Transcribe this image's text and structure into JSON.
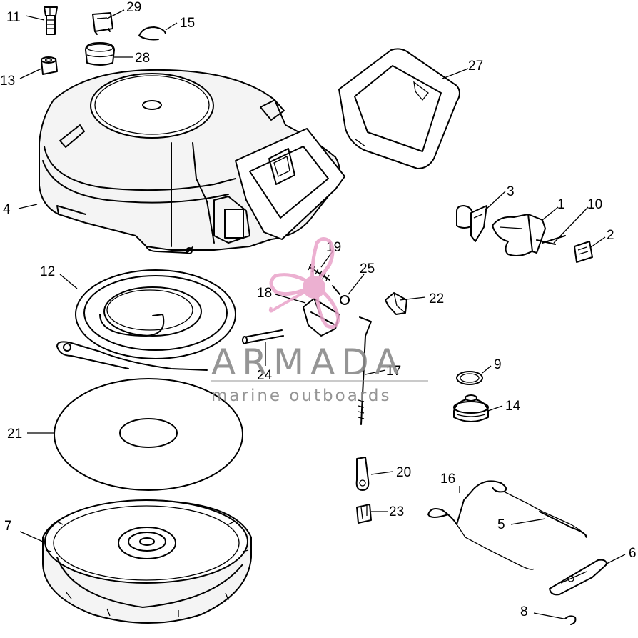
{
  "diagram": {
    "parts": [
      {
        "id": "1"
      },
      {
        "id": "2"
      },
      {
        "id": "3"
      },
      {
        "id": "4"
      },
      {
        "id": "5"
      },
      {
        "id": "6"
      },
      {
        "id": "7"
      },
      {
        "id": "8"
      },
      {
        "id": "9"
      },
      {
        "id": "10"
      },
      {
        "id": "11"
      },
      {
        "id": "12"
      },
      {
        "id": "13"
      },
      {
        "id": "14"
      },
      {
        "id": "15"
      },
      {
        "id": "16"
      },
      {
        "id": "17"
      },
      {
        "id": "18"
      },
      {
        "id": "19"
      },
      {
        "id": "20"
      },
      {
        "id": "21"
      },
      {
        "id": "22"
      },
      {
        "id": "23"
      },
      {
        "id": "24"
      },
      {
        "id": "25"
      },
      {
        "id": "27"
      },
      {
        "id": "28"
      },
      {
        "id": "29"
      }
    ]
  },
  "watermark": {
    "brand": "ARMADA",
    "tagline": "marine outboards",
    "colors": {
      "logo": "#e9a3c9",
      "text": "#8a8a8a"
    }
  }
}
